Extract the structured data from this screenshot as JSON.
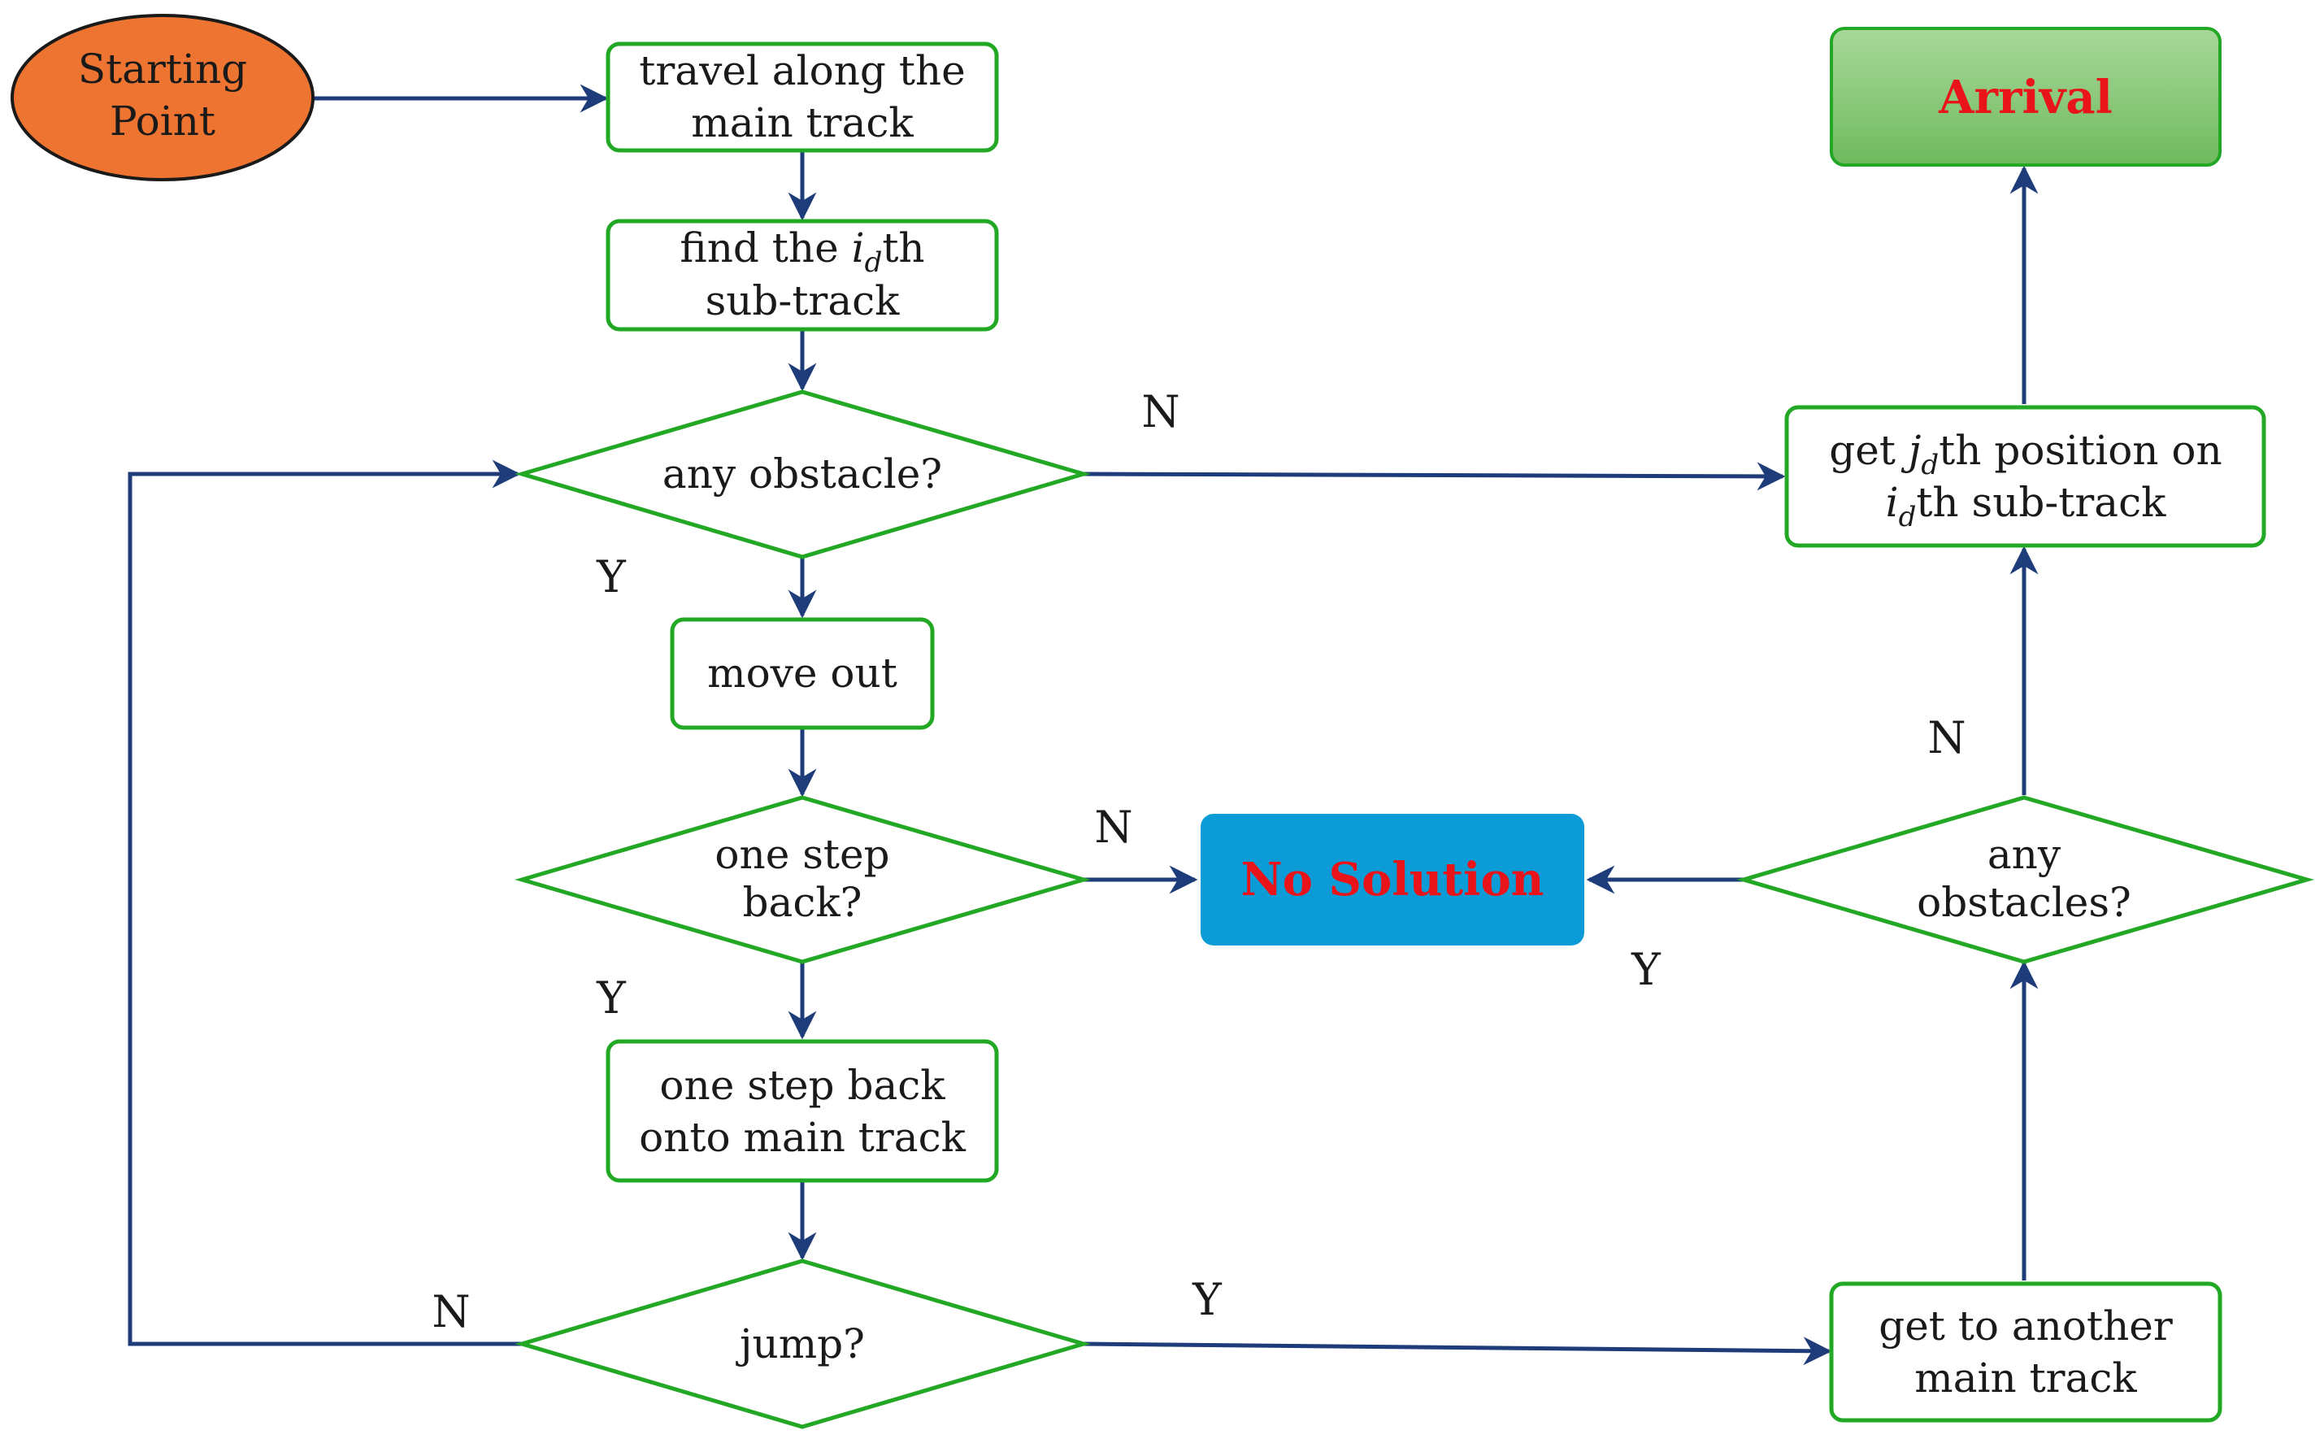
{
  "colors": {
    "edge": "#1f3c7a",
    "node_border": "#22a824",
    "start_fill": "#ed7531",
    "arrival_fill_top": "#a8d89a",
    "arrival_fill_bottom": "#6fba5e",
    "no_solution_fill": "#0b9bd6",
    "highlight_text": "#e8141a"
  },
  "nodes": {
    "start": {
      "line1": "Starting",
      "line2": "Point"
    },
    "travel": {
      "line1": "travel along the",
      "line2": "main track"
    },
    "find": {
      "pre": "find the ",
      "var": "i",
      "sub": "d",
      "post": "th",
      "line2": "sub-track"
    },
    "obstacle": {
      "label": "any obstacle?"
    },
    "move_out": {
      "label": "move out"
    },
    "step_back_q": {
      "line1": "one step",
      "line2": "back?"
    },
    "step_back": {
      "line1": "one step back",
      "line2": "onto main track"
    },
    "jump": {
      "label": "jump?"
    },
    "no_solution": {
      "label": "No Solution"
    },
    "get_pos": {
      "pre": "get ",
      "var": "j",
      "sub": "d",
      "post": "th position on",
      "line2_var": "i",
      "line2_sub": "d",
      "line2_post": "th sub-track"
    },
    "obstacles_q": {
      "line1": "any",
      "line2": "obstacles?"
    },
    "another": {
      "line1": "get to another",
      "line2": "main track"
    },
    "arrival": {
      "label": "Arrival"
    }
  },
  "edge_labels": {
    "obstacle_no": "N",
    "obstacle_yes": "Y",
    "step_back_no": "N",
    "step_back_yes": "Y",
    "jump_no": "N",
    "jump_yes": "Y",
    "obstacles_no": "N",
    "obstacles_yes": "Y"
  }
}
